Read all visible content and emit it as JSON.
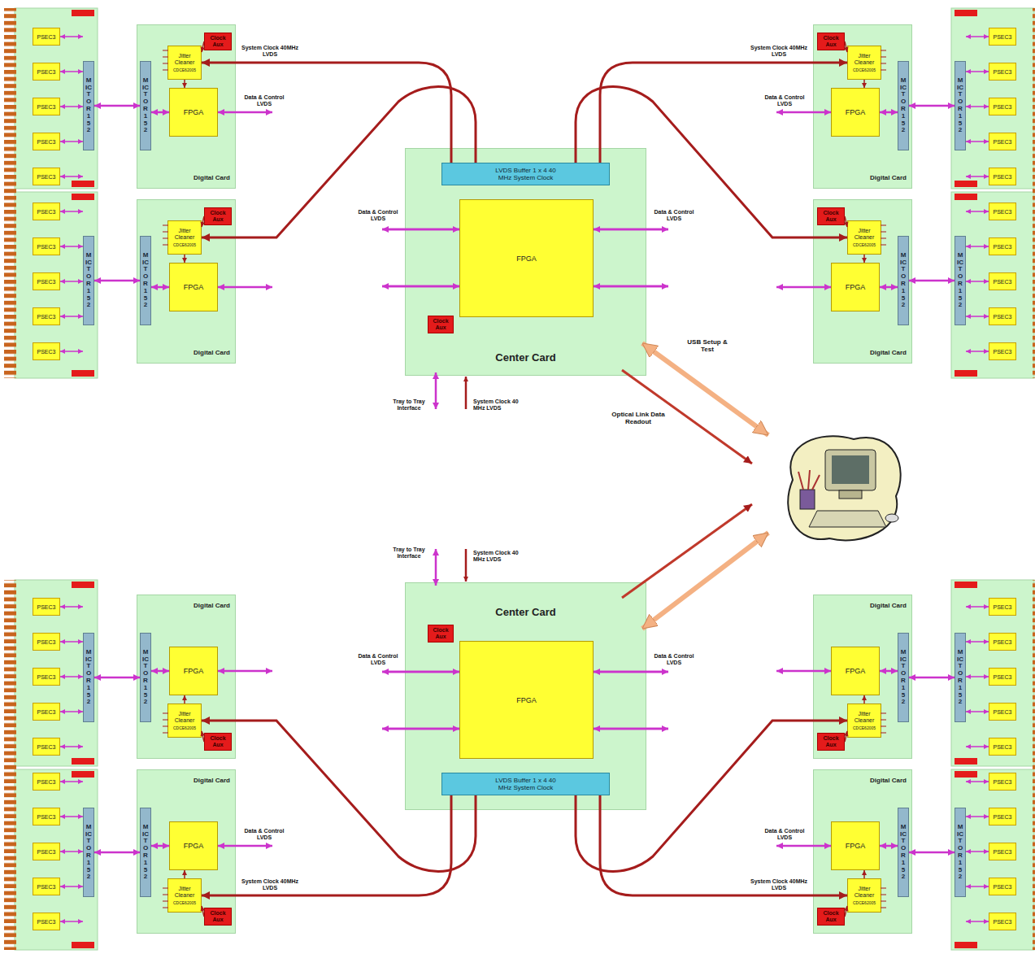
{
  "diagram": {
    "nodes": [
      {
        "text": [
          "MICTOR 152"
        ]
      },
      {
        "text": [
          "PSEC3"
        ]
      },
      {
        "text": [
          "PSEC3"
        ]
      },
      {
        "text": [
          "PSEC3"
        ]
      },
      {
        "text": [
          "PSEC3"
        ]
      },
      {
        "text": [
          "PSEC3"
        ]
      },
      {
        "text": [
          "Digital Card"
        ]
      },
      {
        "text": [
          "MICTOR 152"
        ],
        "in": 6
      },
      {
        "text": [
          "Jitter Cleaner",
          "CDCE62005"
        ],
        "in": 6
      },
      {
        "text": [
          "Clock Aux"
        ],
        "in": 6
      },
      {
        "text": [
          "FPGA"
        ],
        "in": 6
      },
      {
        "text": [
          "MICTOR 152"
        ]
      },
      {
        "text": [
          "PSEC3"
        ]
      },
      {
        "text": [
          "PSEC3"
        ]
      },
      {
        "text": [
          "PSEC3"
        ]
      },
      {
        "text": [
          "PSEC3"
        ]
      },
      {
        "text": [
          "PSEC3"
        ]
      },
      {
        "text": [
          "Digital Card"
        ]
      },
      {
        "text": [
          "MICTOR 152"
        ],
        "in": 17
      },
      {
        "text": [
          "Jitter Cleaner",
          "CDCE62005"
        ],
        "in": 17
      },
      {
        "text": [
          "Clock Aux"
        ],
        "in": 17
      },
      {
        "text": [
          "FPGA"
        ],
        "in": 17
      },
      {
        "text": [
          "Center Card"
        ]
      },
      {
        "text": [
          "LVDS Buffer 1 x 4 40 MHz System Clock"
        ],
        "in": 22
      },
      {
        "text": [
          "FPGA"
        ],
        "in": 22
      },
      {
        "text": [
          "Clock Aux"
        ],
        "in": 22
      },
      {
        "text": [
          "MICTOR 152"
        ]
      },
      {
        "text": [
          "PSEC3"
        ]
      },
      {
        "text": [
          "PSEC3"
        ]
      },
      {
        "text": [
          "PSEC3"
        ]
      },
      {
        "text": [
          "PSEC3"
        ]
      },
      {
        "text": [
          "PSEC3"
        ]
      },
      {
        "text": [
          "Digital Card"
        ]
      },
      {
        "text": [
          "MICTOR 152"
        ],
        "in": 32
      },
      {
        "text": [
          "Jitter Cleaner",
          "CDCE62005"
        ],
        "in": 32
      },
      {
        "text": [
          "Clock Aux"
        ],
        "in": 32
      },
      {
        "text": [
          "FPGA"
        ],
        "in": 32
      },
      {
        "text": [
          "MICTOR 152"
        ]
      },
      {
        "text": [
          "PSEC3"
        ]
      },
      {
        "text": [
          "PSEC3"
        ]
      },
      {
        "text": [
          "PSEC3"
        ]
      },
      {
        "text": [
          "PSEC3"
        ]
      },
      {
        "text": [
          "PSEC3"
        ]
      },
      {
        "text": [
          "Digital Card"
        ]
      },
      {
        "text": [
          "MICTOR 152"
        ],
        "in": 43
      },
      {
        "text": [
          "Jitter Cleaner",
          "CDCE62005"
        ],
        "in": 43
      },
      {
        "text": [
          "Clock Aux"
        ],
        "in": 43
      },
      {
        "text": [
          "FPGA"
        ],
        "in": 43
      },
      {
        "text": [
          "MICTOR 152"
        ]
      },
      {
        "text": [
          "PSEC3"
        ]
      },
      {
        "text": [
          "PSEC3"
        ]
      },
      {
        "text": [
          "PSEC3"
        ]
      },
      {
        "text": [
          "PSEC3"
        ]
      },
      {
        "text": [
          "PSEC3"
        ]
      },
      {
        "text": [
          "Digital Card"
        ]
      },
      {
        "text": [
          "MICTOR 152"
        ],
        "in": 54
      },
      {
        "text": [
          "Jitter Cleaner",
          "CDCE62005"
        ],
        "in": 54
      },
      {
        "text": [
          "Clock Aux"
        ],
        "in": 54
      },
      {
        "text": [
          "FPGA"
        ],
        "in": 54
      },
      {
        "text": [
          "MICTOR 152"
        ]
      },
      {
        "text": [
          "PSEC3"
        ]
      },
      {
        "text": [
          "PSEC3"
        ]
      },
      {
        "text": [
          "PSEC3"
        ]
      },
      {
        "text": [
          "PSEC3"
        ]
      },
      {
        "text": [
          "PSEC3"
        ]
      },
      {
        "text": [
          "Digital Card"
        ]
      },
      {
        "text": [
          "MICTOR 152"
        ],
        "in": 65
      },
      {
        "text": [
          "Jitter Cleaner",
          "CDCE62005"
        ],
        "in": 65
      },
      {
        "text": [
          "Clock Aux"
        ],
        "in": 65
      },
      {
        "text": [
          "FPGA"
        ],
        "in": 65
      },
      {
        "text": [
          "Center Card"
        ]
      },
      {
        "text": [
          "LVDS Buffer 1 x 4 40 MHz System Clock"
        ],
        "in": 70
      },
      {
        "text": [
          "FPGA"
        ],
        "in": 70
      },
      {
        "text": [
          "Clock Aux"
        ],
        "in": 70
      },
      {
        "text": [
          "MICTOR 152"
        ]
      },
      {
        "text": [
          "PSEC3"
        ]
      },
      {
        "text": [
          "PSEC3"
        ]
      },
      {
        "text": [
          "PSEC3"
        ]
      },
      {
        "text": [
          "PSEC3"
        ]
      },
      {
        "text": [
          "PSEC3"
        ]
      },
      {
        "text": [
          "Digital Card"
        ]
      },
      {
        "text": [
          "MICTOR 152"
        ],
        "in": 80
      },
      {
        "text": [
          "Jitter Cleaner",
          "CDCE62005"
        ],
        "in": 80
      },
      {
        "text": [
          "Clock Aux"
        ],
        "in": 80
      },
      {
        "text": [
          "FPGA"
        ],
        "in": 80
      },
      {
        "text": [
          "MICTOR 152"
        ]
      },
      {
        "text": [
          "PSEC3"
        ]
      },
      {
        "text": [
          "PSEC3"
        ]
      },
      {
        "text": [
          "PSEC3"
        ]
      },
      {
        "text": [
          "PSEC3"
        ]
      },
      {
        "text": [
          "PSEC3"
        ]
      },
      {
        "text": [
          "Digital Card"
        ]
      },
      {
        "text": [
          "MICTOR 152"
        ],
        "in": 91
      },
      {
        "text": [
          "Jitter Cleaner",
          "CDCE62005"
        ],
        "in": 91
      },
      {
        "text": [
          "Clock Aux"
        ],
        "in": 91
      },
      {
        "text": [
          "FPGA"
        ],
        "in": 91
      }
    ],
    "edges": [
      {
        "from": 1,
        "to": 0,
        "arrow": "both"
      },
      {
        "from": 2,
        "to": 0,
        "arrow": "both"
      },
      {
        "from": 3,
        "to": 0,
        "arrow": "both"
      },
      {
        "from": 4,
        "to": 0,
        "arrow": "both"
      },
      {
        "from": 5,
        "to": 0,
        "arrow": "both"
      },
      {
        "from": 0,
        "to": 7,
        "arrow": "both"
      },
      {
        "from": 7,
        "to": 10,
        "arrow": "both"
      },
      {
        "from": 9,
        "to": 8,
        "arrow": "to"
      },
      {
        "from": 8,
        "to": 10,
        "arrow": "to"
      },
      {
        "from": 23,
        "to": 8,
        "arrow": "to"
      },
      {
        "from": 12,
        "to": 11,
        "arrow": "both"
      },
      {
        "from": 13,
        "to": 11,
        "arrow": "both"
      },
      {
        "from": 14,
        "to": 11,
        "arrow": "both"
      },
      {
        "from": 15,
        "to": 11,
        "arrow": "both"
      },
      {
        "from": 16,
        "to": 11,
        "arrow": "both"
      },
      {
        "from": 11,
        "to": 18,
        "arrow": "both"
      },
      {
        "from": 18,
        "to": 21,
        "arrow": "both"
      },
      {
        "from": 20,
        "to": 19,
        "arrow": "to"
      },
      {
        "from": 19,
        "to": 21,
        "arrow": "to"
      },
      {
        "from": 23,
        "to": 19,
        "arrow": "to"
      },
      {
        "from": 27,
        "to": 26,
        "arrow": "both"
      },
      {
        "from": 28,
        "to": 26,
        "arrow": "both"
      },
      {
        "from": 29,
        "to": 26,
        "arrow": "both"
      },
      {
        "from": 30,
        "to": 26,
        "arrow": "both"
      },
      {
        "from": 31,
        "to": 26,
        "arrow": "both"
      },
      {
        "from": 26,
        "to": 33,
        "arrow": "both"
      },
      {
        "from": 33,
        "to": 36,
        "arrow": "both"
      },
      {
        "from": 35,
        "to": 34,
        "arrow": "to"
      },
      {
        "from": 34,
        "to": 36,
        "arrow": "to"
      },
      {
        "from": 23,
        "to": 34,
        "arrow": "to"
      },
      {
        "from": 38,
        "to": 37,
        "arrow": "both"
      },
      {
        "from": 39,
        "to": 37,
        "arrow": "both"
      },
      {
        "from": 40,
        "to": 37,
        "arrow": "both"
      },
      {
        "from": 41,
        "to": 37,
        "arrow": "both"
      },
      {
        "from": 42,
        "to": 37,
        "arrow": "both"
      },
      {
        "from": 37,
        "to": 44,
        "arrow": "both"
      },
      {
        "from": 44,
        "to": 47,
        "arrow": "both"
      },
      {
        "from": 46,
        "to": 45,
        "arrow": "to"
      },
      {
        "from": 45,
        "to": 47,
        "arrow": "to"
      },
      {
        "from": 23,
        "to": 45,
        "arrow": "to"
      },
      {
        "from": 49,
        "to": 48,
        "arrow": "both"
      },
      {
        "from": 50,
        "to": 48,
        "arrow": "both"
      },
      {
        "from": 51,
        "to": 48,
        "arrow": "both"
      },
      {
        "from": 52,
        "to": 48,
        "arrow": "both"
      },
      {
        "from": 53,
        "to": 48,
        "arrow": "both"
      },
      {
        "from": 48,
        "to": 55,
        "arrow": "both"
      },
      {
        "from": 55,
        "to": 58,
        "arrow": "both"
      },
      {
        "from": 57,
        "to": 56,
        "arrow": "to"
      },
      {
        "from": 56,
        "to": 58,
        "arrow": "to"
      },
      {
        "from": 71,
        "to": 56,
        "arrow": "to"
      },
      {
        "from": 60,
        "to": 59,
        "arrow": "both"
      },
      {
        "from": 61,
        "to": 59,
        "arrow": "both"
      },
      {
        "from": 62,
        "to": 59,
        "arrow": "both"
      },
      {
        "from": 63,
        "to": 59,
        "arrow": "both"
      },
      {
        "from": 64,
        "to": 59,
        "arrow": "both"
      },
      {
        "from": 59,
        "to": 66,
        "arrow": "both"
      },
      {
        "from": 66,
        "to": 69,
        "arrow": "both"
      },
      {
        "from": 68,
        "to": 67,
        "arrow": "to"
      },
      {
        "from": 67,
        "to": 69,
        "arrow": "to"
      },
      {
        "from": 71,
        "to": 67,
        "arrow": "to"
      },
      {
        "from": 75,
        "to": 74,
        "arrow": "both"
      },
      {
        "from": 76,
        "to": 74,
        "arrow": "both"
      },
      {
        "from": 77,
        "to": 74,
        "arrow": "both"
      },
      {
        "from": 78,
        "to": 74,
        "arrow": "both"
      },
      {
        "from": 79,
        "to": 74,
        "arrow": "both"
      },
      {
        "from": 74,
        "to": 81,
        "arrow": "both"
      },
      {
        "from": 81,
        "to": 84,
        "arrow": "both"
      },
      {
        "from": 83,
        "to": 82,
        "arrow": "to"
      },
      {
        "from": 82,
        "to": 84,
        "arrow": "to"
      },
      {
        "from": 71,
        "to": 82,
        "arrow": "to"
      },
      {
        "from": 86,
        "to": 85,
        "arrow": "both"
      },
      {
        "from": 87,
        "to": 85,
        "arrow": "both"
      },
      {
        "from": 88,
        "to": 85,
        "arrow": "both"
      },
      {
        "from": 89,
        "to": 85,
        "arrow": "both"
      },
      {
        "from": 90,
        "to": 85,
        "arrow": "both"
      },
      {
        "from": 85,
        "to": 92,
        "arrow": "both"
      },
      {
        "from": 92,
        "to": 95,
        "arrow": "both"
      },
      {
        "from": 94,
        "to": 93,
        "arrow": "to"
      },
      {
        "from": 93,
        "to": 95,
        "arrow": "to"
      },
      {
        "from": 71,
        "to": 93,
        "arrow": "to"
      }
    ],
    "labels": [
      "System Clock 40MHz LVDS",
      "System Clock 40MHz LVDS",
      "Data & Control LVDS",
      "Data & Control LVDS",
      "Data & Control LVDS",
      "Data & Control LVDS",
      "USB Setup & Test",
      "Tray to Tray Interface",
      "System Clock 40 MHz LVDS",
      "Optical Link Data Readout",
      "Tray to Tray Interface",
      "System Clock 40 MHz LVDS",
      "Data & Control LVDS",
      "Data & Control LVDS",
      "Data & Control LVDS",
      "Data & Control LVDS",
      "System Clock 40MHz LVDS",
      "System Clock 40MHz LVDS"
    ]
  }
}
